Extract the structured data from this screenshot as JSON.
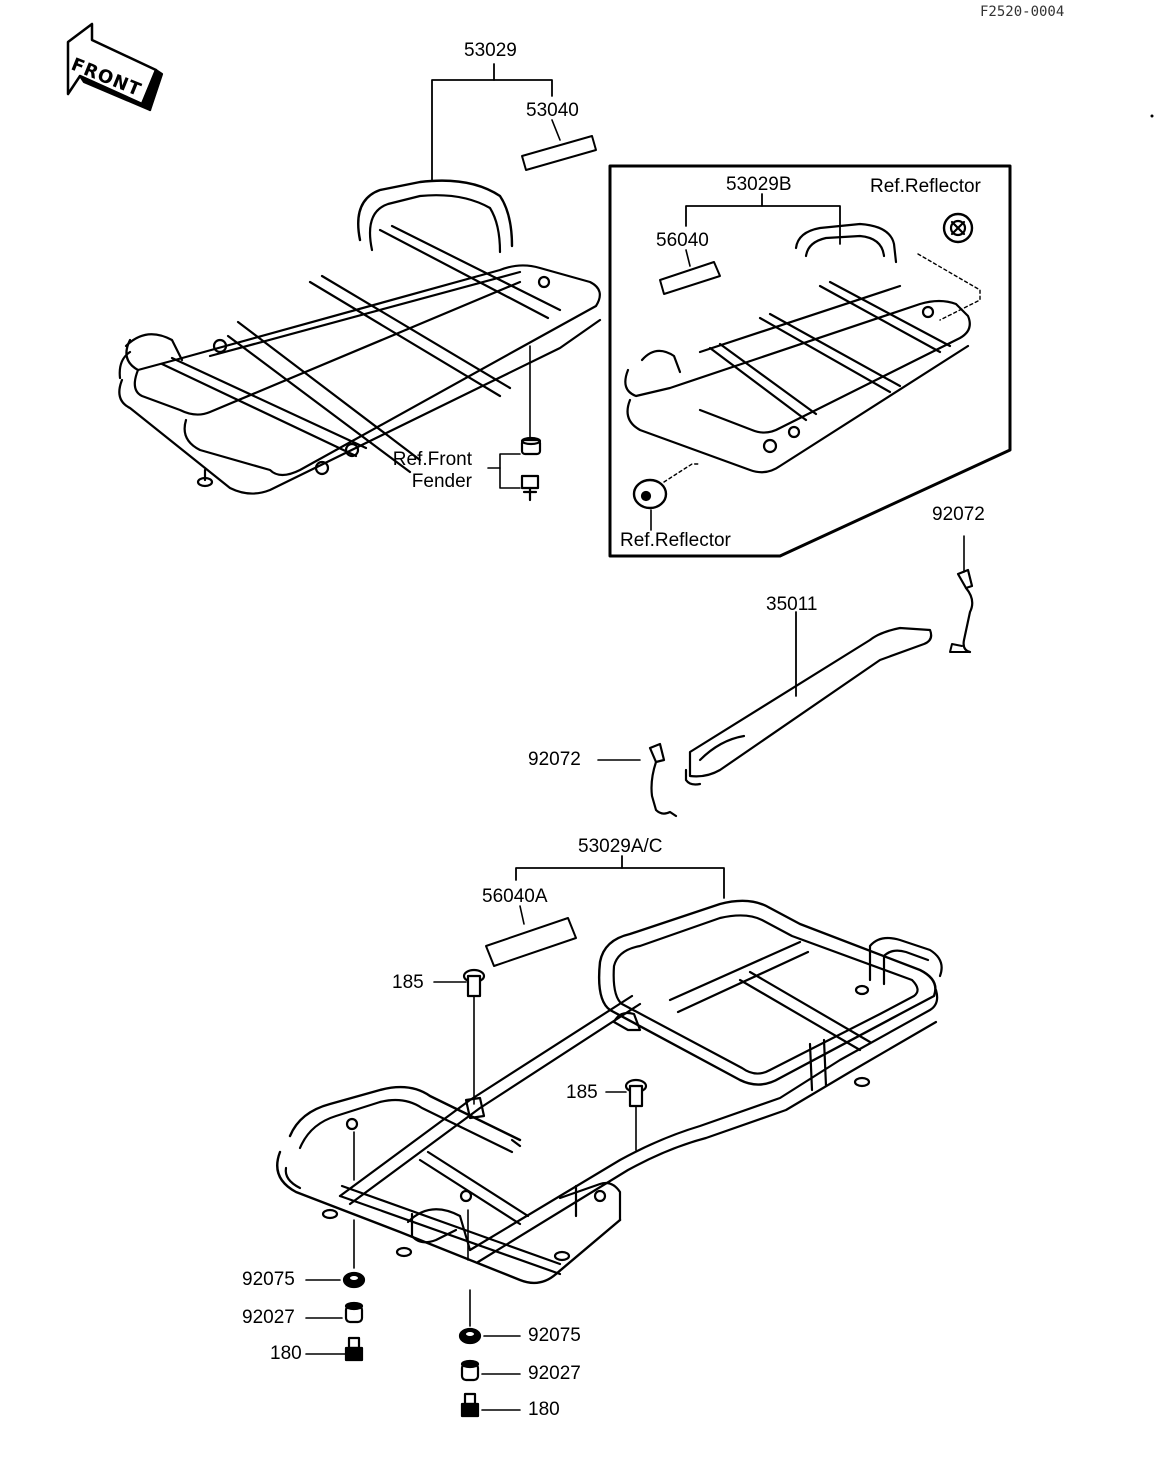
{
  "figure_code": "F2520-0004",
  "front_label": "FRONT",
  "parts": {
    "rack_front": "53029",
    "front_decal": "53040",
    "rack_b": "53029B",
    "decal_b": "56040",
    "reflector_top": "Ref.Reflector",
    "reflector_bottom": "Ref.Reflector",
    "ref_front_fender_1": "Ref.Front",
    "ref_front_fender_2": "Fender",
    "band_top": "92072",
    "bar": "35011",
    "band_bottom": "92072",
    "rack_rear": "53029A/C",
    "rear_decal": "56040A",
    "bolt_185_a": "185",
    "bolt_185_b": "185",
    "washer_left": "92075",
    "nut_left": "92027",
    "bolt_180_left": "180",
    "washer_right": "92075",
    "nut_right": "92027",
    "bolt_180_right": "180"
  }
}
